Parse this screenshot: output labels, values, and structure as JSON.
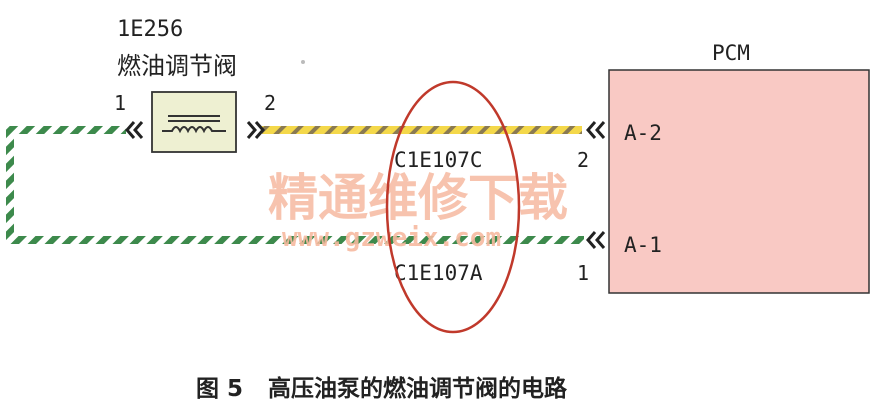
{
  "component": {
    "code": "1E256",
    "name": "燃油调节阀",
    "pin_left": "1",
    "pin_right": "2"
  },
  "pcm": {
    "label": "PCM",
    "pin_a2": "A-2",
    "pin_a1": "A-1"
  },
  "connectors": {
    "top_code": "C1E107C",
    "top_pin": "2",
    "bottom_code": "C1E107A",
    "bottom_pin": "1"
  },
  "watermark": {
    "title": "精通维修下载",
    "url": "www.gzweix.com"
  },
  "caption": {
    "figure": "图 5",
    "text": "高压油泵的燃油调节阀的电路"
  },
  "colors": {
    "pcm_fill": "#f9c9c4",
    "valve_fill": "#eef0d2",
    "wire_green": "#3d8a4c",
    "wire_yellow": "#f4d84a",
    "wire_brown": "#8a7a52",
    "highlight_ellipse": "#c0392b",
    "watermark": "#f6b9a0"
  }
}
